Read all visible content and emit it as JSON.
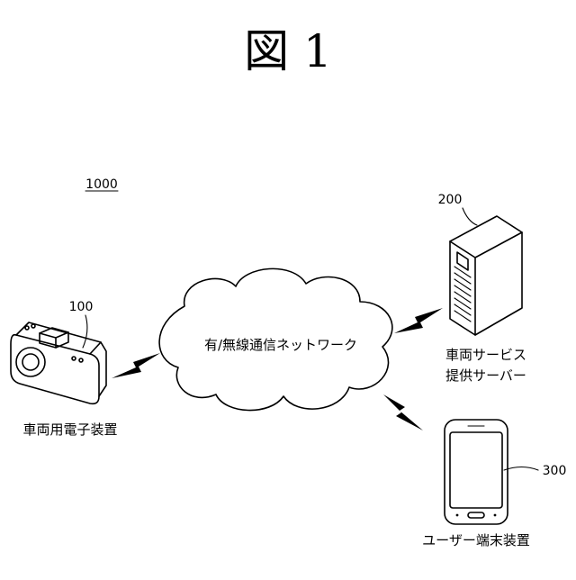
{
  "figure": {
    "title": "図 1",
    "system_ref": "1000"
  },
  "nodes": {
    "vehicle_device": {
      "ref": "100",
      "label": "車両用電子装置"
    },
    "network": {
      "label": "有/無線通信ネットワーク"
    },
    "server": {
      "ref": "200",
      "label_line1": "車両サービス",
      "label_line2": "提供サーバー"
    },
    "user_terminal": {
      "ref": "300",
      "label": "ユーザー端末装置"
    }
  },
  "links": [
    {
      "from": "vehicle_device",
      "to": "network",
      "type": "wireless"
    },
    {
      "from": "network",
      "to": "server",
      "type": "wireless"
    },
    {
      "from": "network",
      "to": "user_terminal",
      "type": "wireless"
    }
  ]
}
